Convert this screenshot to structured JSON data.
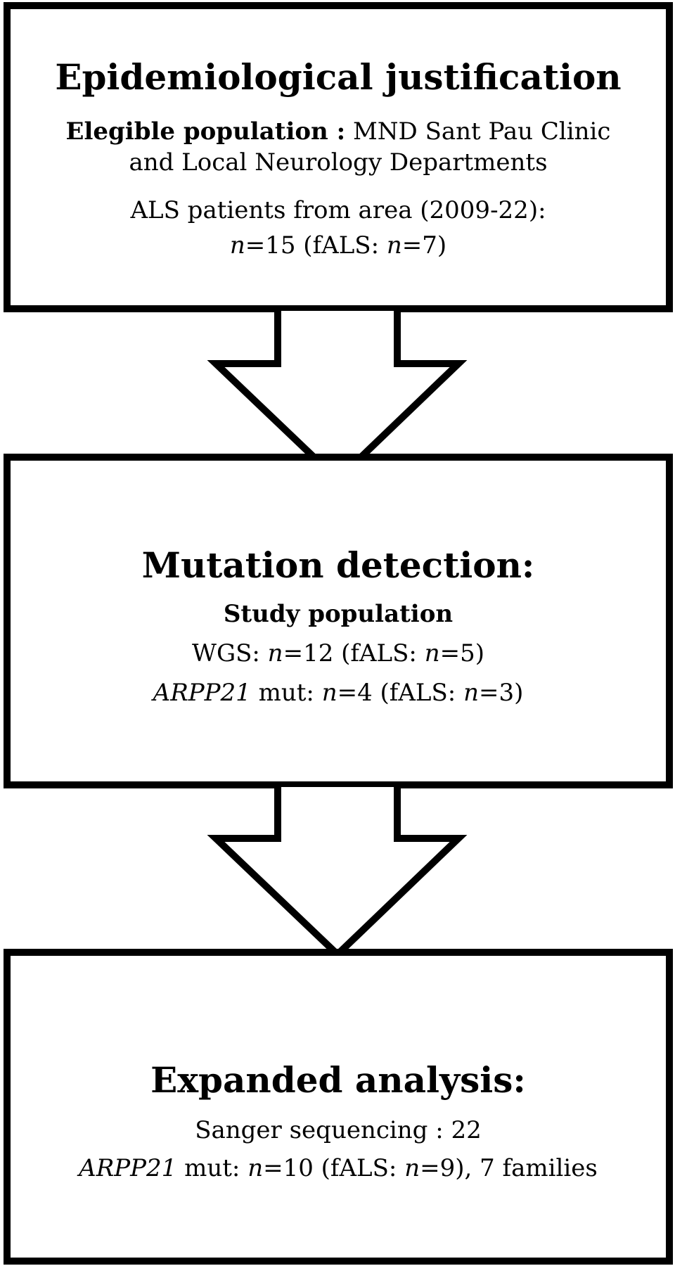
{
  "box1": {
    "title": "Epidemiological justification",
    "line1_label": "Elegible population :",
    "line1_text": " MND Sant Pau Clinic",
    "line2": "and Local Neurology Departments",
    "line3": "ALS patients from area (2009-22):",
    "line4": {
      "n1": "n",
      "t1": "=15 (fALS: ",
      "n2": "n",
      "t2": "=7)"
    }
  },
  "box2": {
    "title": "Mutation detection:",
    "subtitle": "Study population",
    "line1": {
      "t0": "WGS: ",
      "n1": "n",
      "t1": "=12 (fALS: ",
      "n2": "n",
      "t2": "=5)"
    },
    "line2": {
      "gene": "ARPP21",
      "t0": " mut: ",
      "n1": "n",
      "t1": "=4 (fALS: ",
      "n2": "n",
      "t2": "=3)"
    }
  },
  "box3": {
    "title": "Expanded analysis:",
    "line1": "Sanger sequencing : 22",
    "line2": {
      "gene": "ARPP21",
      "t0": " mut: ",
      "n1": "n",
      "t1": "=10 (fALS: ",
      "n2": "n",
      "t2": "=9), 7 families"
    }
  },
  "colors": {
    "stroke": "#000000",
    "fill": "#ffffff"
  }
}
